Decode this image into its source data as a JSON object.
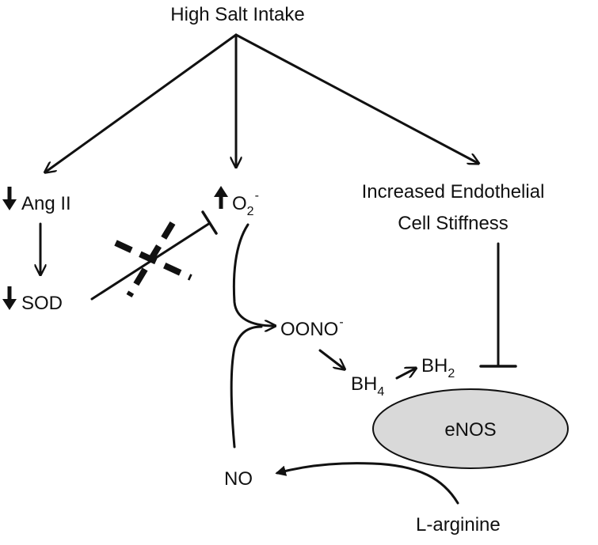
{
  "nodes": {
    "high_salt": "High Salt Intake",
    "ang2": "Ang II",
    "o2": {
      "base": "O",
      "sub": "2",
      "sup": "-"
    },
    "endo_line1": "Increased Endothelial",
    "endo_line2": "Cell Stiffness",
    "sod": "SOD",
    "oono": {
      "base": "OONO",
      "sup": "-"
    },
    "bh4": {
      "base": "BH",
      "sub": "4"
    },
    "bh2": {
      "base": "BH",
      "sub": "2"
    },
    "enos": "eNOS",
    "no": "NO",
    "larginine": "L-arginine"
  },
  "indicators": {
    "ang2": "down",
    "sod": "down",
    "o2": "up"
  },
  "edges": [
    {
      "from": "high_salt",
      "to": "ang2",
      "type": "activate"
    },
    {
      "from": "high_salt",
      "to": "o2",
      "type": "activate"
    },
    {
      "from": "high_salt",
      "to": "endo_stiffness",
      "type": "activate"
    },
    {
      "from": "ang2",
      "to": "sod",
      "type": "activate"
    },
    {
      "from": "sod",
      "to": "o2",
      "type": "inhibit",
      "status": "blocked"
    },
    {
      "from": "o2",
      "to": "oono",
      "type": "activate"
    },
    {
      "from": "no",
      "to": "oono",
      "type": "activate"
    },
    {
      "from": "oono",
      "to": "bh4",
      "type": "activate"
    },
    {
      "from": "bh4",
      "to": "bh2",
      "type": "activate"
    },
    {
      "from": "endo_stiffness",
      "to": "enos",
      "type": "inhibit"
    },
    {
      "from": "larginine",
      "to": "no",
      "type": "activate"
    }
  ],
  "colors": {
    "ink": "#111111",
    "enos_fill": "#d9d9d9",
    "background": "#ffffff"
  }
}
